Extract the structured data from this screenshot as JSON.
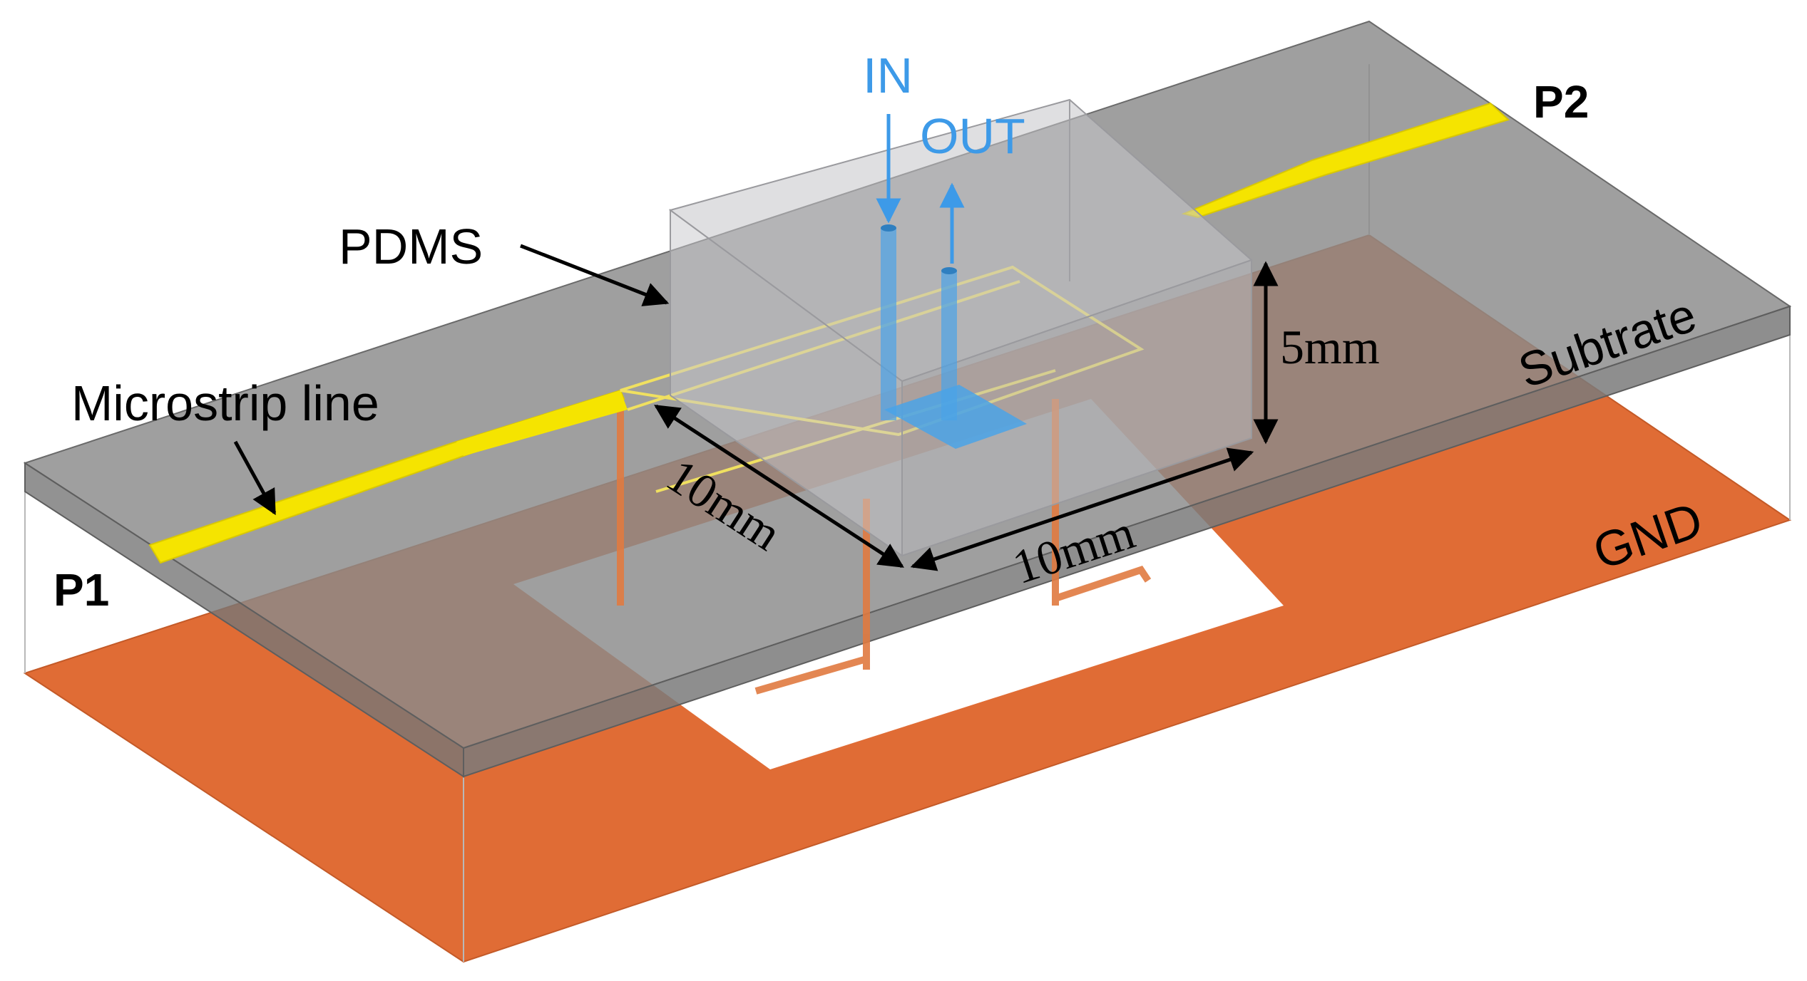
{
  "labels": {
    "in": "IN",
    "out": "OUT",
    "p2": "P2",
    "p1": "P1",
    "pdms": "PDMS",
    "substrate": "Subtrate",
    "microstrip": "Microstrip line",
    "gnd": "GND",
    "height": "5mm",
    "depth": "10mm",
    "width": "10mm"
  },
  "colors": {
    "substrate_top": "#8c8c8c",
    "substrate_edge": "#6a6a6a",
    "ground": "#e06c35",
    "microstrip": "#f5e400",
    "pdms": "#c8c8cc",
    "fluid": "#4aa3e8",
    "annotation": "#000000"
  }
}
